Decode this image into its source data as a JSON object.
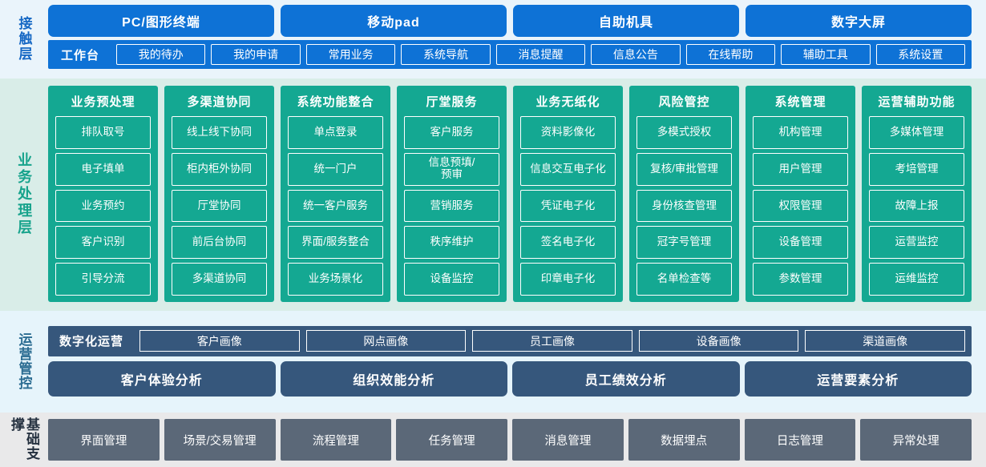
{
  "colors": {
    "contact_bg": "#eaf4fb",
    "contact_accent": "#0e72d6",
    "business_bg": "#d9ede8",
    "business_accent": "#14a892",
    "operation_bg": "#e6f4fb",
    "operation_accent": "#36577c",
    "foundation_bg": "#e9e9ea",
    "foundation_accent": "#5b6878"
  },
  "contact_layer": {
    "label": "接触层",
    "channels": [
      "PC/图形终端",
      "移动pad",
      "自助机具",
      "数字大屏"
    ],
    "nav_title": "工作台",
    "nav_items": [
      "我的待办",
      "我的申请",
      "常用业务",
      "系统导航",
      "消息提醒",
      "信息公告",
      "在线帮助",
      "辅助工具",
      "系统设置"
    ]
  },
  "business_layer": {
    "label": "业务处理层",
    "columns": [
      {
        "title": "业务预处理",
        "items": [
          "排队取号",
          "电子填单",
          "业务预约",
          "客户识别",
          "引导分流"
        ]
      },
      {
        "title": "多渠道协同",
        "items": [
          "线上线下协同",
          "柜内柜外协同",
          "厅堂协同",
          "前后台协同",
          "多渠道协同"
        ]
      },
      {
        "title": "系统功能整合",
        "items": [
          "单点登录",
          "统一门户",
          "统一客户服务",
          "界面/服务整合",
          "业务场景化"
        ]
      },
      {
        "title": "厅堂服务",
        "items": [
          "客户服务",
          "信息预填/\n预审",
          "营销服务",
          "秩序维护",
          "设备监控"
        ]
      },
      {
        "title": "业务无纸化",
        "items": [
          "资料影像化",
          "信息交互电子化",
          "凭证电子化",
          "签名电子化",
          "印章电子化"
        ]
      },
      {
        "title": "风险管控",
        "items": [
          "多模式授权",
          "复核/审批管理",
          "身份核查管理",
          "冠字号管理",
          "名单检查等"
        ]
      },
      {
        "title": "系统管理",
        "items": [
          "机构管理",
          "用户管理",
          "权限管理",
          "设备管理",
          "参数管理"
        ]
      },
      {
        "title": "运营辅助功能",
        "items": [
          "多媒体管理",
          "考培管理",
          "故障上报",
          "运营监控",
          "运维监控"
        ]
      }
    ]
  },
  "operation_layer": {
    "label": "运营管控",
    "bar_title": "数字化运营",
    "bar_items": [
      "客户画像",
      "网点画像",
      "员工画像",
      "设备画像",
      "渠道画像"
    ],
    "analysis_items": [
      "客户体验分析",
      "组织效能分析",
      "员工绩效分析",
      "运营要素分析"
    ]
  },
  "foundation_layer": {
    "label": "基础支撑",
    "items": [
      "界面管理",
      "场景/交易管理",
      "流程管理",
      "任务管理",
      "消息管理",
      "数据埋点",
      "日志管理",
      "异常处理"
    ]
  }
}
